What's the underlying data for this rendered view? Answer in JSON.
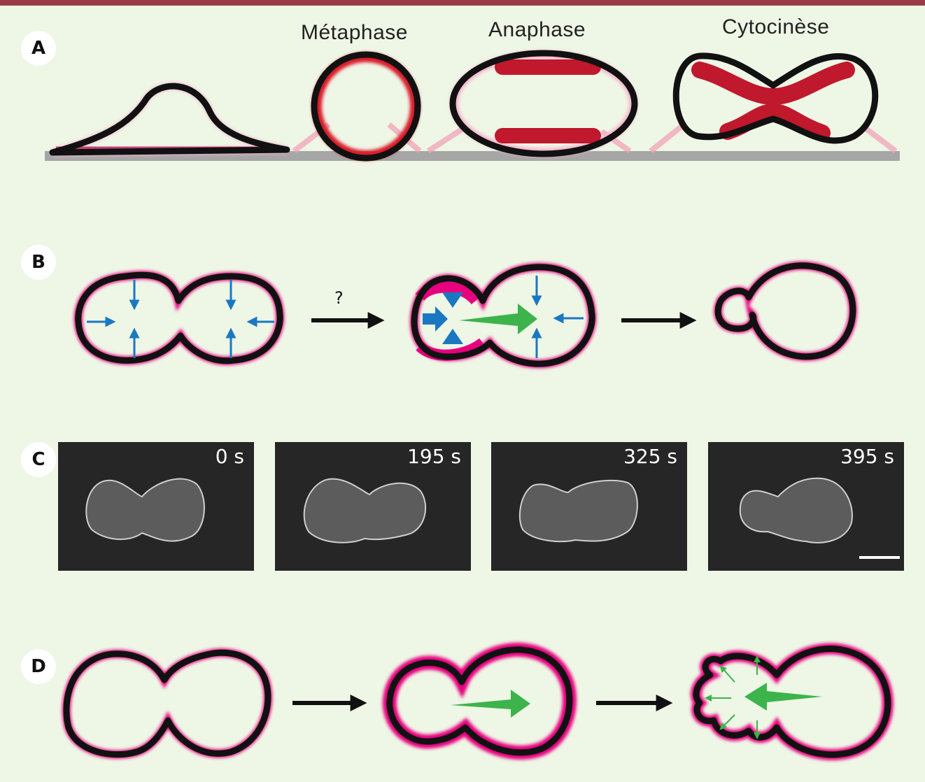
{
  "panels": {
    "A": {
      "label": "A",
      "phases": [
        "Métaphase",
        "Anaphase",
        "Cytocinèse"
      ]
    },
    "B": {
      "label": "B",
      "question": "?"
    },
    "C": {
      "label": "C",
      "timestamps": [
        "0 s",
        "195 s",
        "325 s",
        "395 s"
      ]
    },
    "D": {
      "label": "D"
    }
  },
  "colors": {
    "frame": "#9b3b4a",
    "background": "#eef6e6",
    "membrane": "#111111",
    "cortex_magenta": "#e6007e",
    "myosin_red": "#c0182c",
    "force_blue": "#1a78c2",
    "flow_green": "#3cb44b",
    "substrate_gray": "#a6a6a6"
  }
}
